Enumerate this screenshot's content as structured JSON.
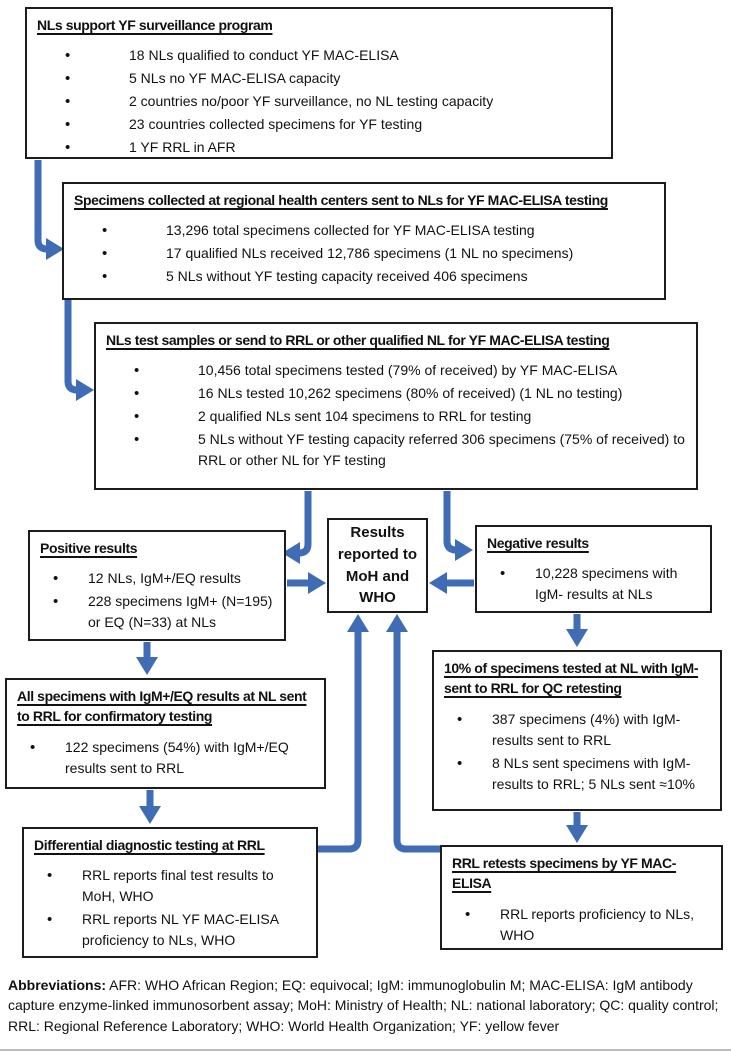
{
  "flowchart": {
    "arrow_color": "#3f6cb5",
    "boxes": {
      "nls_support": {
        "title": "NLs support YF surveillance program",
        "bullets": [
          "18 NLs qualified to conduct YF MAC-ELISA",
          "5 NLs no YF MAC-ELISA capacity",
          "2 countries no/poor YF surveillance, no NL testing capacity",
          "23 countries collected specimens for YF testing",
          "1 YF RRL in AFR"
        ]
      },
      "specimens_collected": {
        "title": "Specimens collected at regional health centers sent to NLs for YF MAC-ELISA testing",
        "bullets": [
          "13,296 total specimens collected for YF MAC-ELISA testing",
          "17 qualified NLs received 12,786 specimens (1 NL no specimens)",
          "5 NLs without YF testing capacity received 406 specimens"
        ]
      },
      "nls_test": {
        "title": "NLs test samples or send to RRL or other qualified NL for YF MAC-ELISA testing",
        "bullets": [
          "10,456 total specimens tested (79% of received) by YF MAC-ELISA",
          "16 NLs tested 10,262 specimens (80% of received) (1 NL no testing)",
          "2 qualified NLs sent 104 specimens to RRL for testing",
          "5 NLs without YF testing capacity referred 306 specimens (75% of received) to RRL or other NL for YF testing"
        ]
      },
      "positive": {
        "title": "Positive results",
        "bullets": [
          "12 NLs, IgM+/EQ results",
          "228 specimens IgM+ (N=195) or EQ (N=33) at NLs"
        ]
      },
      "results_reported": {
        "title": "Results reported to MoH and WHO"
      },
      "negative": {
        "title": "Negative results",
        "bullets": [
          "10,228 specimens with IgM- results at NLs"
        ]
      },
      "all_specimens": {
        "title": "All specimens with IgM+/EQ results at NL sent to RRL for confirmatory testing",
        "bullets": [
          "122 specimens (54%) with IgM+/EQ results sent to RRL"
        ]
      },
      "ten_percent": {
        "title": "10% of specimens tested at NL with IgM- sent to RRL for QC retesting",
        "bullets": [
          "387 specimens (4%) with IgM- results sent to RRL",
          "8 NLs sent specimens with IgM- results to RRL; 5 NLs sent ≈10%"
        ]
      },
      "differential": {
        "title": "Differential diagnostic testing at RRL",
        "bullets": [
          "RRL reports final test results to MoH, WHO",
          "RRL reports NL YF MAC-ELISA proficiency to NLs, WHO"
        ]
      },
      "rrl_retests": {
        "title": "RRL retests specimens by YF MAC-ELISA",
        "bullets": [
          "RRL reports proficiency to NLs, WHO"
        ]
      }
    },
    "footer": {
      "label": "Abbreviations:",
      "text": " AFR: WHO African Region; EQ: equivocal; IgM: immunoglobulin M; MAC-ELISA: IgM antibody capture enzyme-linked immunosorbent assay; MoH: Ministry of Health; NL: national laboratory; QC: quality control; RRL: Regional Reference Laboratory; WHO: World Health Organization; YF: yellow fever"
    }
  }
}
